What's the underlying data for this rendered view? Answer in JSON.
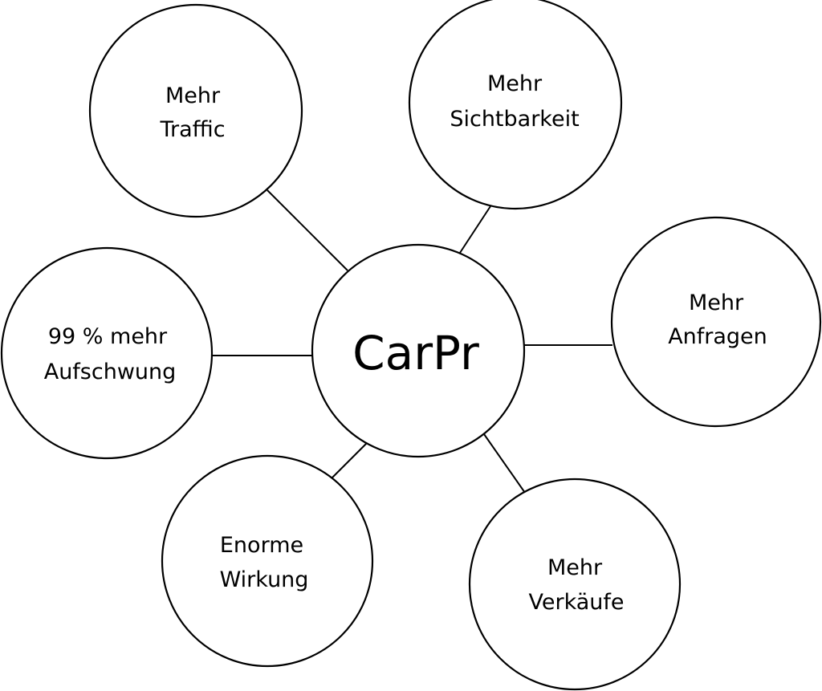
{
  "center": {
    "label": "CarPr"
  },
  "nodes": [
    {
      "id": "mehr-traffic",
      "lines": [
        "Mehr",
        "Traffic"
      ]
    },
    {
      "id": "mehr-sichtbarkeit",
      "lines": [
        "Mehr",
        "Sichtbarkeit"
      ]
    },
    {
      "id": "mehr-anfragen",
      "lines": [
        "Mehr",
        "Anfragen"
      ]
    },
    {
      "id": "mehr-verkaeufe",
      "lines": [
        "Mehr",
        "Verkäufe"
      ]
    },
    {
      "id": "enorme-wirkung",
      "lines": [
        "Enorme",
        "Wirkung"
      ]
    },
    {
      "id": "mehr-aufschwung",
      "lines": [
        "99 % mehr",
        "Aufschwung"
      ]
    }
  ],
  "colors": {
    "stroke": "#000000",
    "fill": "#ffffff",
    "text": "#000000"
  }
}
